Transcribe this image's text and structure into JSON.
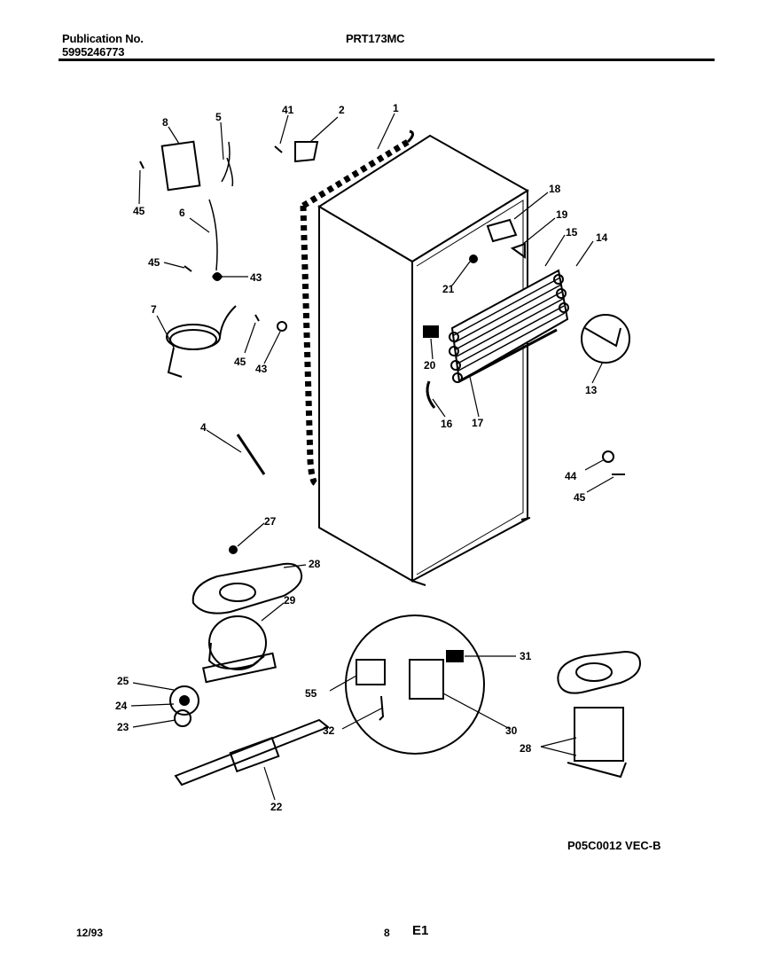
{
  "header": {
    "publication_label": "Publication No.",
    "publication_number": "5995246773",
    "model": "PRT173MC"
  },
  "diagram": {
    "callouts": [
      "1",
      "2",
      "41",
      "5",
      "8",
      "45",
      "6",
      "45",
      "43",
      "7",
      "45",
      "43",
      "4",
      "27",
      "28",
      "29",
      "25",
      "24",
      "23",
      "22",
      "55",
      "32",
      "31",
      "30",
      "18",
      "19",
      "15",
      "14",
      "21",
      "20",
      "16",
      "17",
      "13",
      "44",
      "45",
      "28"
    ]
  },
  "figure_code": "P05C0012 VEC-B",
  "footer": {
    "date": "12/93",
    "page": "8",
    "edition": "E1"
  }
}
